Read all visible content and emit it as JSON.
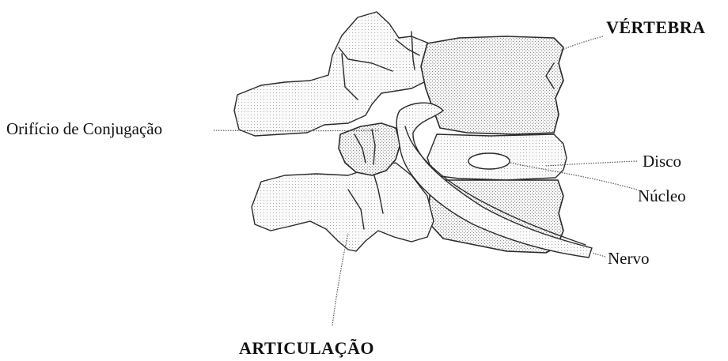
{
  "labels": {
    "vertebra": "VÉRTEBRA",
    "orificio": "Orifício de Conjugação",
    "disco": "Disco",
    "nucleo": "Núcleo",
    "nervo": "Nervo",
    "articulacao": "ARTICULAÇÃO"
  }
}
